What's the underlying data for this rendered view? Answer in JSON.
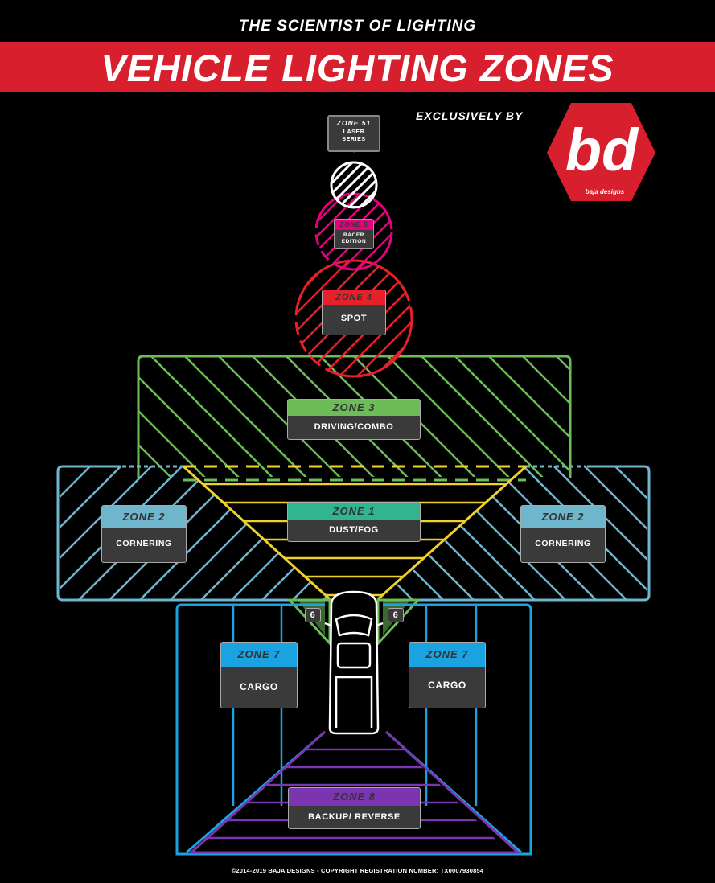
{
  "header": {
    "tagline": "THE SCIENTIST OF LIGHTING",
    "title": "VEHICLE LIGHTING ZONES",
    "exclusively_by": "EXCLUSIVELY BY"
  },
  "brand": {
    "logo_text": "bd",
    "logo_caption": "baja designs",
    "color": "#d71f2e"
  },
  "zones": {
    "z51": {
      "name": "ZONE 51",
      "desc_line1": "LASER",
      "desc_line2": "SERIES",
      "color": "#ffffff"
    },
    "z5": {
      "name": "ZONE 5",
      "desc_line1": "RACER",
      "desc_line2": "EDITION",
      "color": "#e6007e"
    },
    "z4": {
      "name": "ZONE 4",
      "desc": "SPOT",
      "color": "#e8202a"
    },
    "z3": {
      "name": "ZONE 3",
      "desc": "DRIVING/COMBO",
      "color": "#6cbd58"
    },
    "z2l": {
      "name": "ZONE 2",
      "desc": "CORNERING",
      "color": "#6fb5cc"
    },
    "z2r": {
      "name": "ZONE 2",
      "desc": "CORNERING",
      "color": "#6fb5cc"
    },
    "z1": {
      "name": "ZONE 1",
      "desc": "DUST/FOG",
      "color": "#2fb58f"
    },
    "z6l": {
      "name": "6",
      "color": "#6cbd58"
    },
    "z6r": {
      "name": "6",
      "color": "#6cbd58"
    },
    "z7l": {
      "name": "ZONE 7",
      "desc": "CARGO",
      "color": "#1aa3e0"
    },
    "z7r": {
      "name": "ZONE 7",
      "desc": "CARGO",
      "color": "#1aa3e0"
    },
    "z8": {
      "name": "ZONE 8",
      "desc": "BACKUP/ REVERSE",
      "color": "#7b35b0"
    }
  },
  "footer": {
    "copyright": "©2014-2019 BAJA DESIGNS - COPYRIGHT REGISTRATION NUMBER: TX0007930854"
  }
}
